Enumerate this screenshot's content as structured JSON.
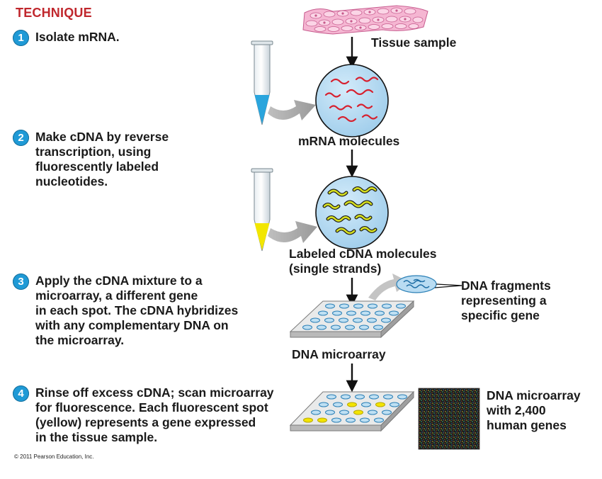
{
  "title": "TECHNIQUE",
  "steps": [
    {
      "number": "1",
      "text": "Isolate mRNA."
    },
    {
      "number": "2",
      "text": "Make cDNA by reverse\ntranscription, using\nfluorescently labeled\nnucleotides."
    },
    {
      "number": "3",
      "text": "Apply the cDNA mixture to a\nmicroarray, a different gene\nin each spot. The cDNA hybridizes\nwith any complementary DNA on\nthe microarray."
    },
    {
      "number": "4",
      "text": "Rinse off excess cDNA; scan microarray\nfor fluorescence. Each fluorescent spot\n(yellow) represents a gene expressed\nin the tissue sample."
    }
  ],
  "labels": {
    "tissue_sample": "Tissue sample",
    "mrna_molecules": "mRNA molecules",
    "labeled_cdna": "Labeled cDNA molecules\n(single strands)",
    "dna_fragments": "DNA fragments\nrepresenting a\nspecific gene",
    "dna_microarray": "DNA microarray",
    "human_genes": "DNA microarray\nwith 2,400\nhuman genes"
  },
  "copyright": "© 2011 Pearson Education, Inc.",
  "colors": {
    "title": "#c0272d",
    "step_badge": "#1f9ad6",
    "tissue": "#f2a7c8",
    "circle_fill": "#b9dcf2",
    "mrna_strand": "#d7202e",
    "cdna_strand": "#d6df1f",
    "tube_blue": "#2aa5dd",
    "tube_yellow": "#f2e600",
    "spot_blue": "#bfe0f3",
    "spot_yellow": "#f3e400"
  }
}
